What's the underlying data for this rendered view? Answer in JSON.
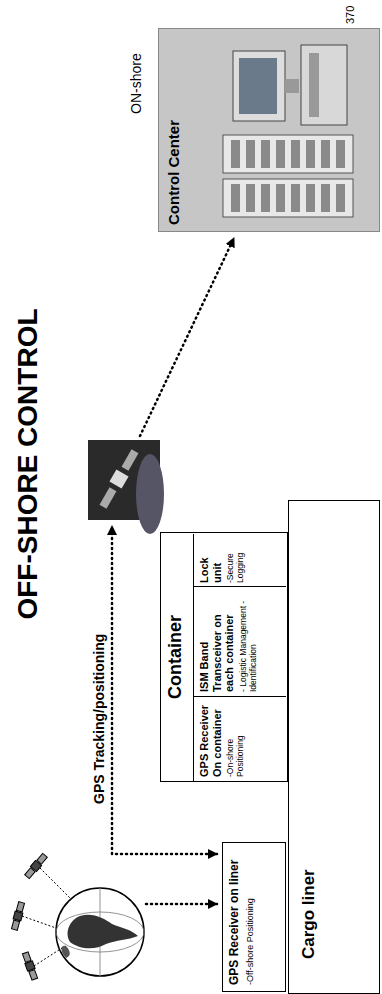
{
  "diagram": {
    "title": "OFF-SHORE CONTROL",
    "nodes": [
      {
        "text": [
          "GPS Receiver on liner",
          "-Off-shore Positioning"
        ]
      },
      {
        "text": [
          "Container"
        ]
      },
      {
        "text": [
          "GPS Receiver On container",
          "-On-shore Positioning"
        ],
        "in": 1
      },
      {
        "text": [
          "ISM Band Transceiver on each container",
          "- Logistic Management - Identification"
        ],
        "in": 1
      },
      {
        "text": [
          "Lock unit",
          "-Secure Logging"
        ],
        "in": 1
      },
      {
        "text": [
          "Cargo liner"
        ]
      },
      {
        "text": [
          "Control Center"
        ]
      }
    ],
    "labels": [
      "370",
      "GPS Tracking/positioning",
      "ON-shore"
    ]
  }
}
